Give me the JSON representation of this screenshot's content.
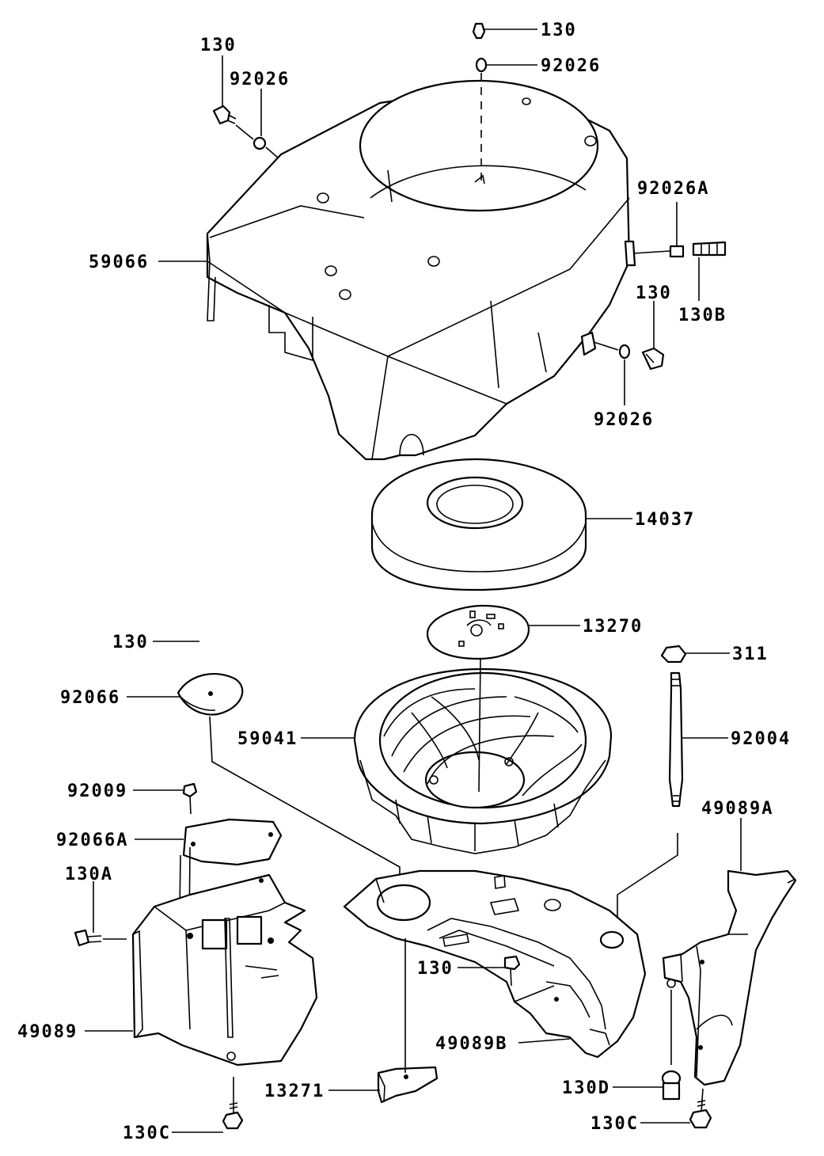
{
  "labels": {
    "l130_top": "130",
    "l92026_top": "92026",
    "l130_tl": "130",
    "l92026_tl": "92026",
    "l92026A": "92026A",
    "l130B": "130B",
    "l130_right": "130",
    "l92026_right": "92026",
    "l59066": "59066",
    "l14037": "14037",
    "l13270": "13270",
    "l130_mid": "130",
    "l92066": "92066",
    "l311": "311",
    "l59041": "59041",
    "l92004": "92004",
    "l92009": "92009",
    "l49089A": "49089A",
    "l92066A": "92066A",
    "l130A": "130A",
    "l130_low": "130",
    "l49089": "49089",
    "l49089B": "49089B",
    "l13271": "13271",
    "l130D": "130D",
    "l130C_left": "130C",
    "l130C_right": "130C"
  }
}
